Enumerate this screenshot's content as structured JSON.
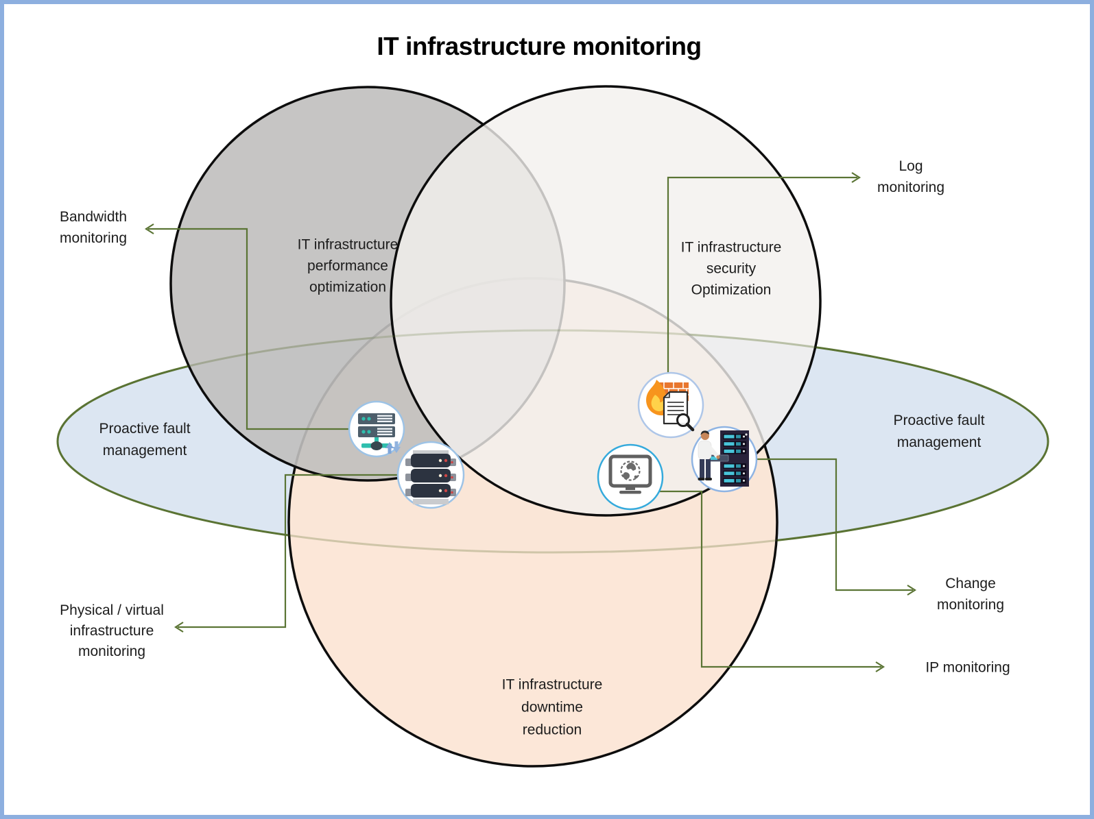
{
  "title": "IT infrastructure monitoring",
  "frame": {
    "border_color": "#8dafdf",
    "background": "#ffffff"
  },
  "venn": {
    "performance": {
      "lines": [
        "IT infrastructure",
        "performance",
        "optimization"
      ],
      "fill": "#c0bfbe"
    },
    "security": {
      "lines": [
        "IT infrastructure",
        "security",
        "Optimization"
      ],
      "fill": "#f2f0ee"
    },
    "downtime": {
      "lines": [
        "IT infrastructure",
        "downtime",
        "reduction"
      ],
      "fill": "#fce5d5"
    },
    "fault_ellipse": {
      "fill": "#dce6f2",
      "stroke": "#5a7434",
      "label_left": [
        "Proactive fault",
        "management"
      ],
      "label_right": [
        "Proactive fault",
        "management"
      ]
    }
  },
  "callouts": {
    "bandwidth": [
      "Bandwidth",
      "monitoring"
    ],
    "log": [
      "Log",
      "monitoring"
    ],
    "change": [
      "Change",
      "monitoring"
    ],
    "ip": [
      "IP monitoring"
    ],
    "physical": [
      "Physical / virtual",
      "infrastructure",
      "monitoring"
    ]
  },
  "connector_color": "#5a7434",
  "circle_outline": "#0d0d0d",
  "icons": {
    "bandwidth_network": {
      "ring": "#9dc3e6"
    },
    "server_stack": {
      "ring": "#9dc3e6"
    },
    "firewall_log": {
      "ring": "#aec6e8"
    },
    "globe_monitor": {
      "ring": "#35aadc"
    },
    "rack_technician": {
      "ring": "#8fb4e3"
    }
  }
}
